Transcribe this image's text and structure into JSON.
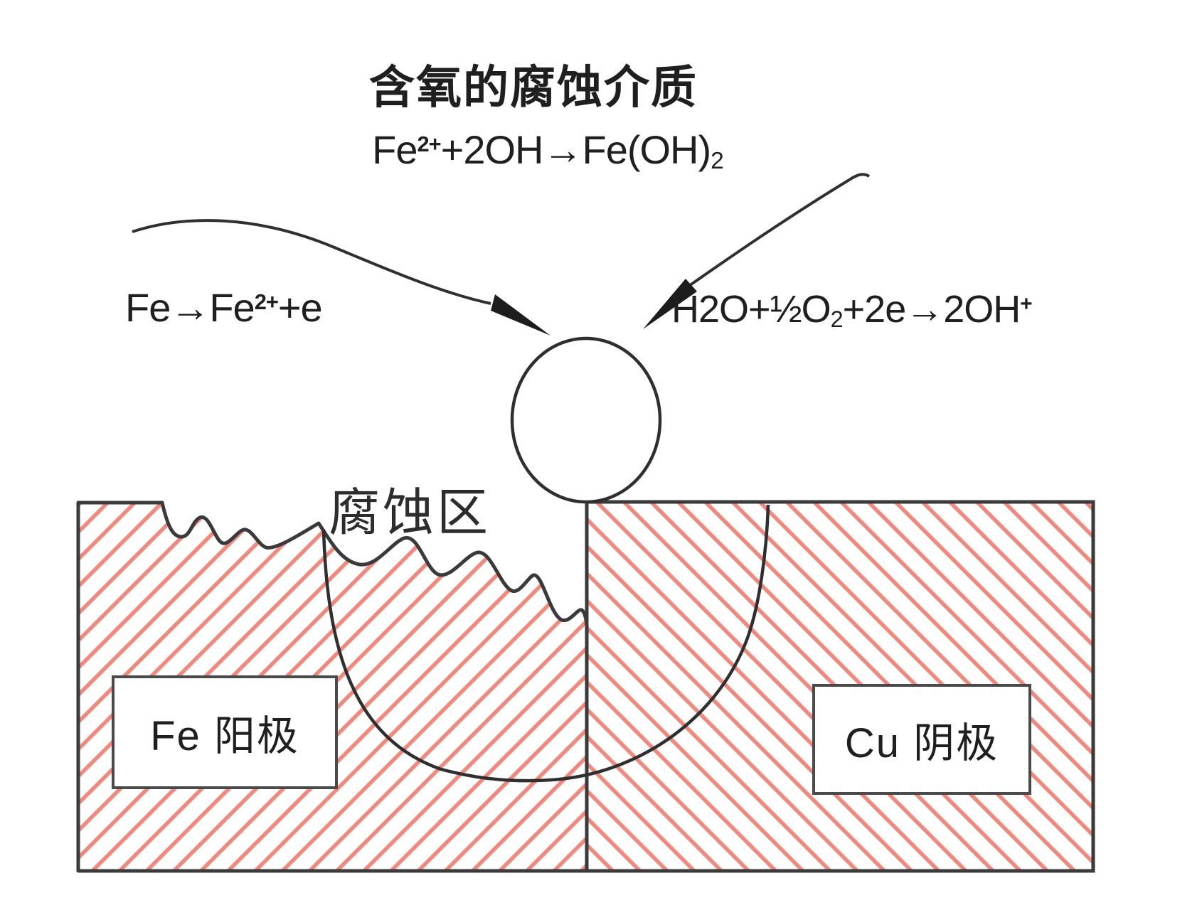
{
  "title": "含氧的腐蚀介质",
  "equations": {
    "top": {
      "p1": "Fe",
      "sup1": "2+",
      "p2": "+2OH→Fe(OH)",
      "sub1": "2"
    },
    "left": {
      "p1": "Fe→Fe",
      "sup1": "2+",
      "p2": "+e"
    },
    "right": {
      "p1": "H2O+½O",
      "sub1": "2",
      "p2": "+2e→2OH",
      "sup1": "+"
    }
  },
  "labels": {
    "corrosion_zone": "腐蚀区",
    "anode": "Fe 阳极",
    "cathode": "Cu 阴极"
  },
  "colors": {
    "hatch": "#f0897d",
    "outline": "#3a3a3a",
    "curve": "#2f2f2f",
    "text": "#1f1f1f"
  }
}
